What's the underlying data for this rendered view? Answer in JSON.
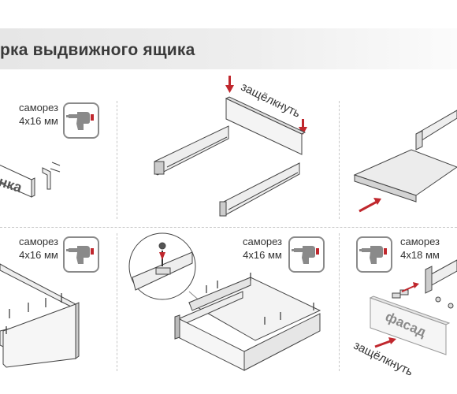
{
  "header": {
    "title": "рка выдвижного ящика"
  },
  "steps": [
    {
      "screw_label": "саморез",
      "screw_size": "4x16 мм",
      "front_label_fragment": "нка"
    },
    {
      "action": "защёлкнуть"
    },
    {},
    {
      "screw_label": "саморез",
      "screw_size": "4x16 мм"
    },
    {
      "screw_label": "саморез",
      "screw_size": "4x16 мм"
    },
    {
      "screw_label": "саморез",
      "screw_size": "4x18 мм",
      "facade_label": "фасад",
      "action": "защёлкнуть"
    }
  ],
  "colors": {
    "accent_arrow": "#c0272d",
    "tool_icon": "#8a8a8a",
    "title_band": "#e9e9e9"
  },
  "icons": [
    "screwdriver-icon",
    "screwdriver-icon",
    "screwdriver-icon",
    "screwdriver-icon"
  ]
}
